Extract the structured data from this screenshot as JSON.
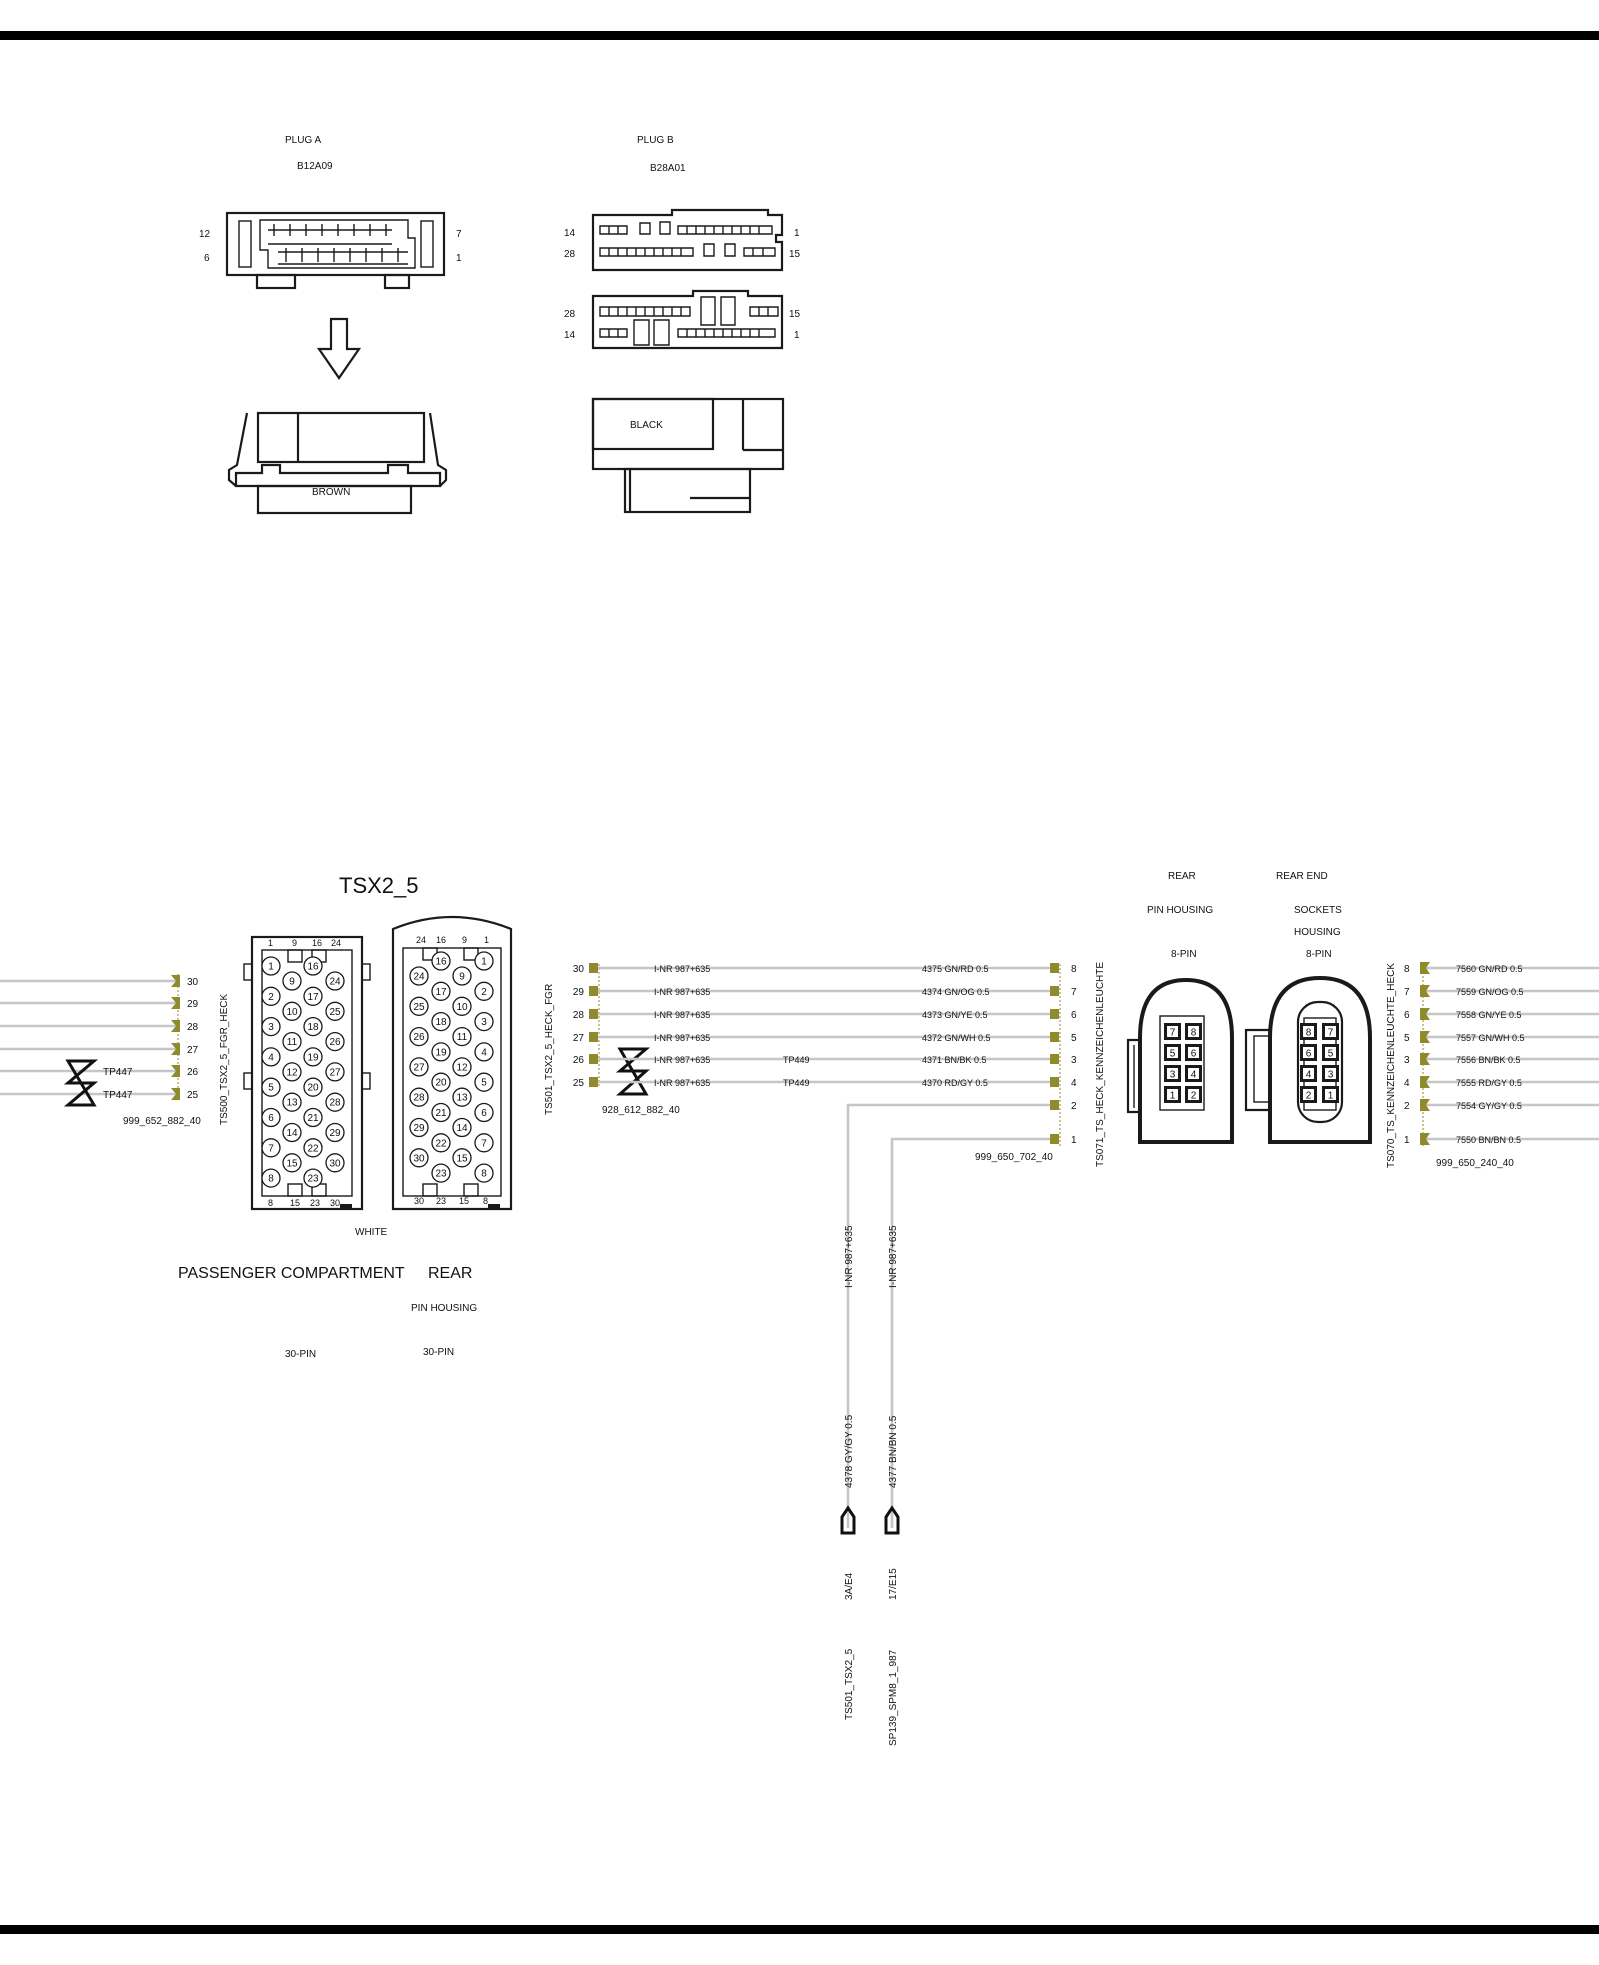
{
  "colors": {
    "wire": "#c6c6c6",
    "terminal": "#8f8a2b",
    "ink": "#1a1a1a",
    "background": "#ffffff"
  },
  "plug_a": {
    "title": "PLUG A",
    "code": "B12A09",
    "pin_tl": "12",
    "pin_bl": "6",
    "pin_tr": "7",
    "pin_br": "1",
    "housing_color": "BROWN"
  },
  "plug_b": {
    "title": "PLUG B",
    "code": "B28A01",
    "top_pin_tl": "14",
    "top_pin_bl": "28",
    "top_pin_tr": "1",
    "top_pin_br": "15",
    "bot_pin_tl": "28",
    "bot_pin_bl": "14",
    "bot_pin_tr": "15",
    "bot_pin_br": "1",
    "housing_color": "BLACK"
  },
  "tsx": {
    "title": "TSX2_5",
    "left_housing_color": "WHITE",
    "location_label": "PASSENGER COMPARTMENT",
    "location_label_2": "REAR",
    "housing_label": "PIN HOUSING",
    "left_pins_label": "30-PIN",
    "right_pins_label": "30-PIN",
    "left_top_nums": [
      "1",
      "9",
      "16",
      "24"
    ],
    "left_bottom_nums": [
      "8",
      "15",
      "23",
      "30"
    ],
    "right_top_nums": [
      "24",
      "16",
      "9",
      "1"
    ],
    "right_bottom_nums": [
      "30",
      "23",
      "15",
      "8"
    ],
    "left_cols": [
      [
        "1",
        "2",
        "3",
        "4",
        "5",
        "6",
        "7",
        "8"
      ],
      [
        "9",
        "10",
        "11",
        "12",
        "13",
        "14",
        "15"
      ],
      [
        "16",
        "17",
        "18",
        "19",
        "20",
        "21",
        "22",
        "23"
      ],
      [
        "24",
        "25",
        "26",
        "27",
        "28",
        "29",
        "30"
      ]
    ],
    "right_cols": [
      [
        "24",
        "25",
        "26",
        "27",
        "28",
        "29",
        "30"
      ],
      [
        "16",
        "17",
        "18",
        "19",
        "20",
        "21",
        "22",
        "23"
      ],
      [
        "9",
        "10",
        "11",
        "12",
        "13",
        "14",
        "15"
      ],
      [
        "1",
        "2",
        "3",
        "4",
        "5",
        "6",
        "7",
        "8"
      ]
    ]
  },
  "left_bundle": {
    "pins": [
      "30",
      "29",
      "28",
      "27",
      "26",
      "25"
    ],
    "tp_labels": [
      "TP447",
      "TP447"
    ],
    "connector_label": "TS500_TSX2_5_FGR_HECK",
    "part_number": "999_652_882_40"
  },
  "mid_bundle": {
    "left_pins": [
      "30",
      "29",
      "28",
      "27",
      "26",
      "25"
    ],
    "wire_refs": [
      "I-NR 987+635",
      "I-NR 987+635",
      "I-NR 987+635",
      "I-NR 987+635",
      "I-NR 987+635",
      "I-NR 987+635"
    ],
    "tp_labels": [
      "TP449",
      "TP449"
    ],
    "wire_labels": [
      "4375 GN/RD 0.5",
      "4374 GN/OG 0.5",
      "4373 GN/YE 0.5",
      "4372 GN/WH 0.5",
      "4371 BN/BK 0.5",
      "4370 RD/GY 0.5"
    ],
    "right_pins": [
      "8",
      "7",
      "6",
      "5",
      "3",
      "4",
      "2",
      "1"
    ],
    "left_connector_label": "TS501_TSX2_5_HECK_FGR",
    "left_part_number": "928_612_882_40",
    "right_connector_label": "TS071_TS_HECK_KENNZEICHENLEUCHTE",
    "right_part_number": "999_650_702_40"
  },
  "vertical_wires": [
    {
      "ref": "I-NR 987+635",
      "label": "4378 GY/GY 0.5",
      "grid": "3A/E4",
      "dest": "TS501_TSX2_5"
    },
    {
      "ref": "I-NR 987+635",
      "label": "4377 BN/BN 0.5",
      "grid": "17/E15",
      "dest": "SP139_SPM8_1_987"
    }
  ],
  "rear_pin_housing": {
    "line1": "REAR",
    "line2": "PIN HOUSING",
    "line3": "8-PIN",
    "pins": [
      "7",
      "8",
      "5",
      "6",
      "3",
      "4",
      "1",
      "2"
    ]
  },
  "rear_end_socket_housing": {
    "line1": "REAR END",
    "line2": "SOCKETS",
    "line3": "HOUSING",
    "line4": "8-PIN",
    "pins": [
      "8",
      "7",
      "6",
      "5",
      "4",
      "3",
      "2",
      "1"
    ]
  },
  "right_bundle": {
    "pins": [
      "8",
      "7",
      "6",
      "5",
      "3",
      "4",
      "2",
      "1"
    ],
    "wire_labels": [
      "7560 GN/RD 0.5",
      "7559 GN/OG 0.5",
      "7558 GN/YE 0.5",
      "7557 GN/WH 0.5",
      "7556 BN/BK 0.5",
      "7555 RD/GY 0.5",
      "7554 GY/GY 0.5",
      "7550 BN/BN 0.5"
    ],
    "connector_label": "TS070_TS_KENNZEICHENLEUCHTE_HECK",
    "part_number": "999_650_240_40"
  }
}
